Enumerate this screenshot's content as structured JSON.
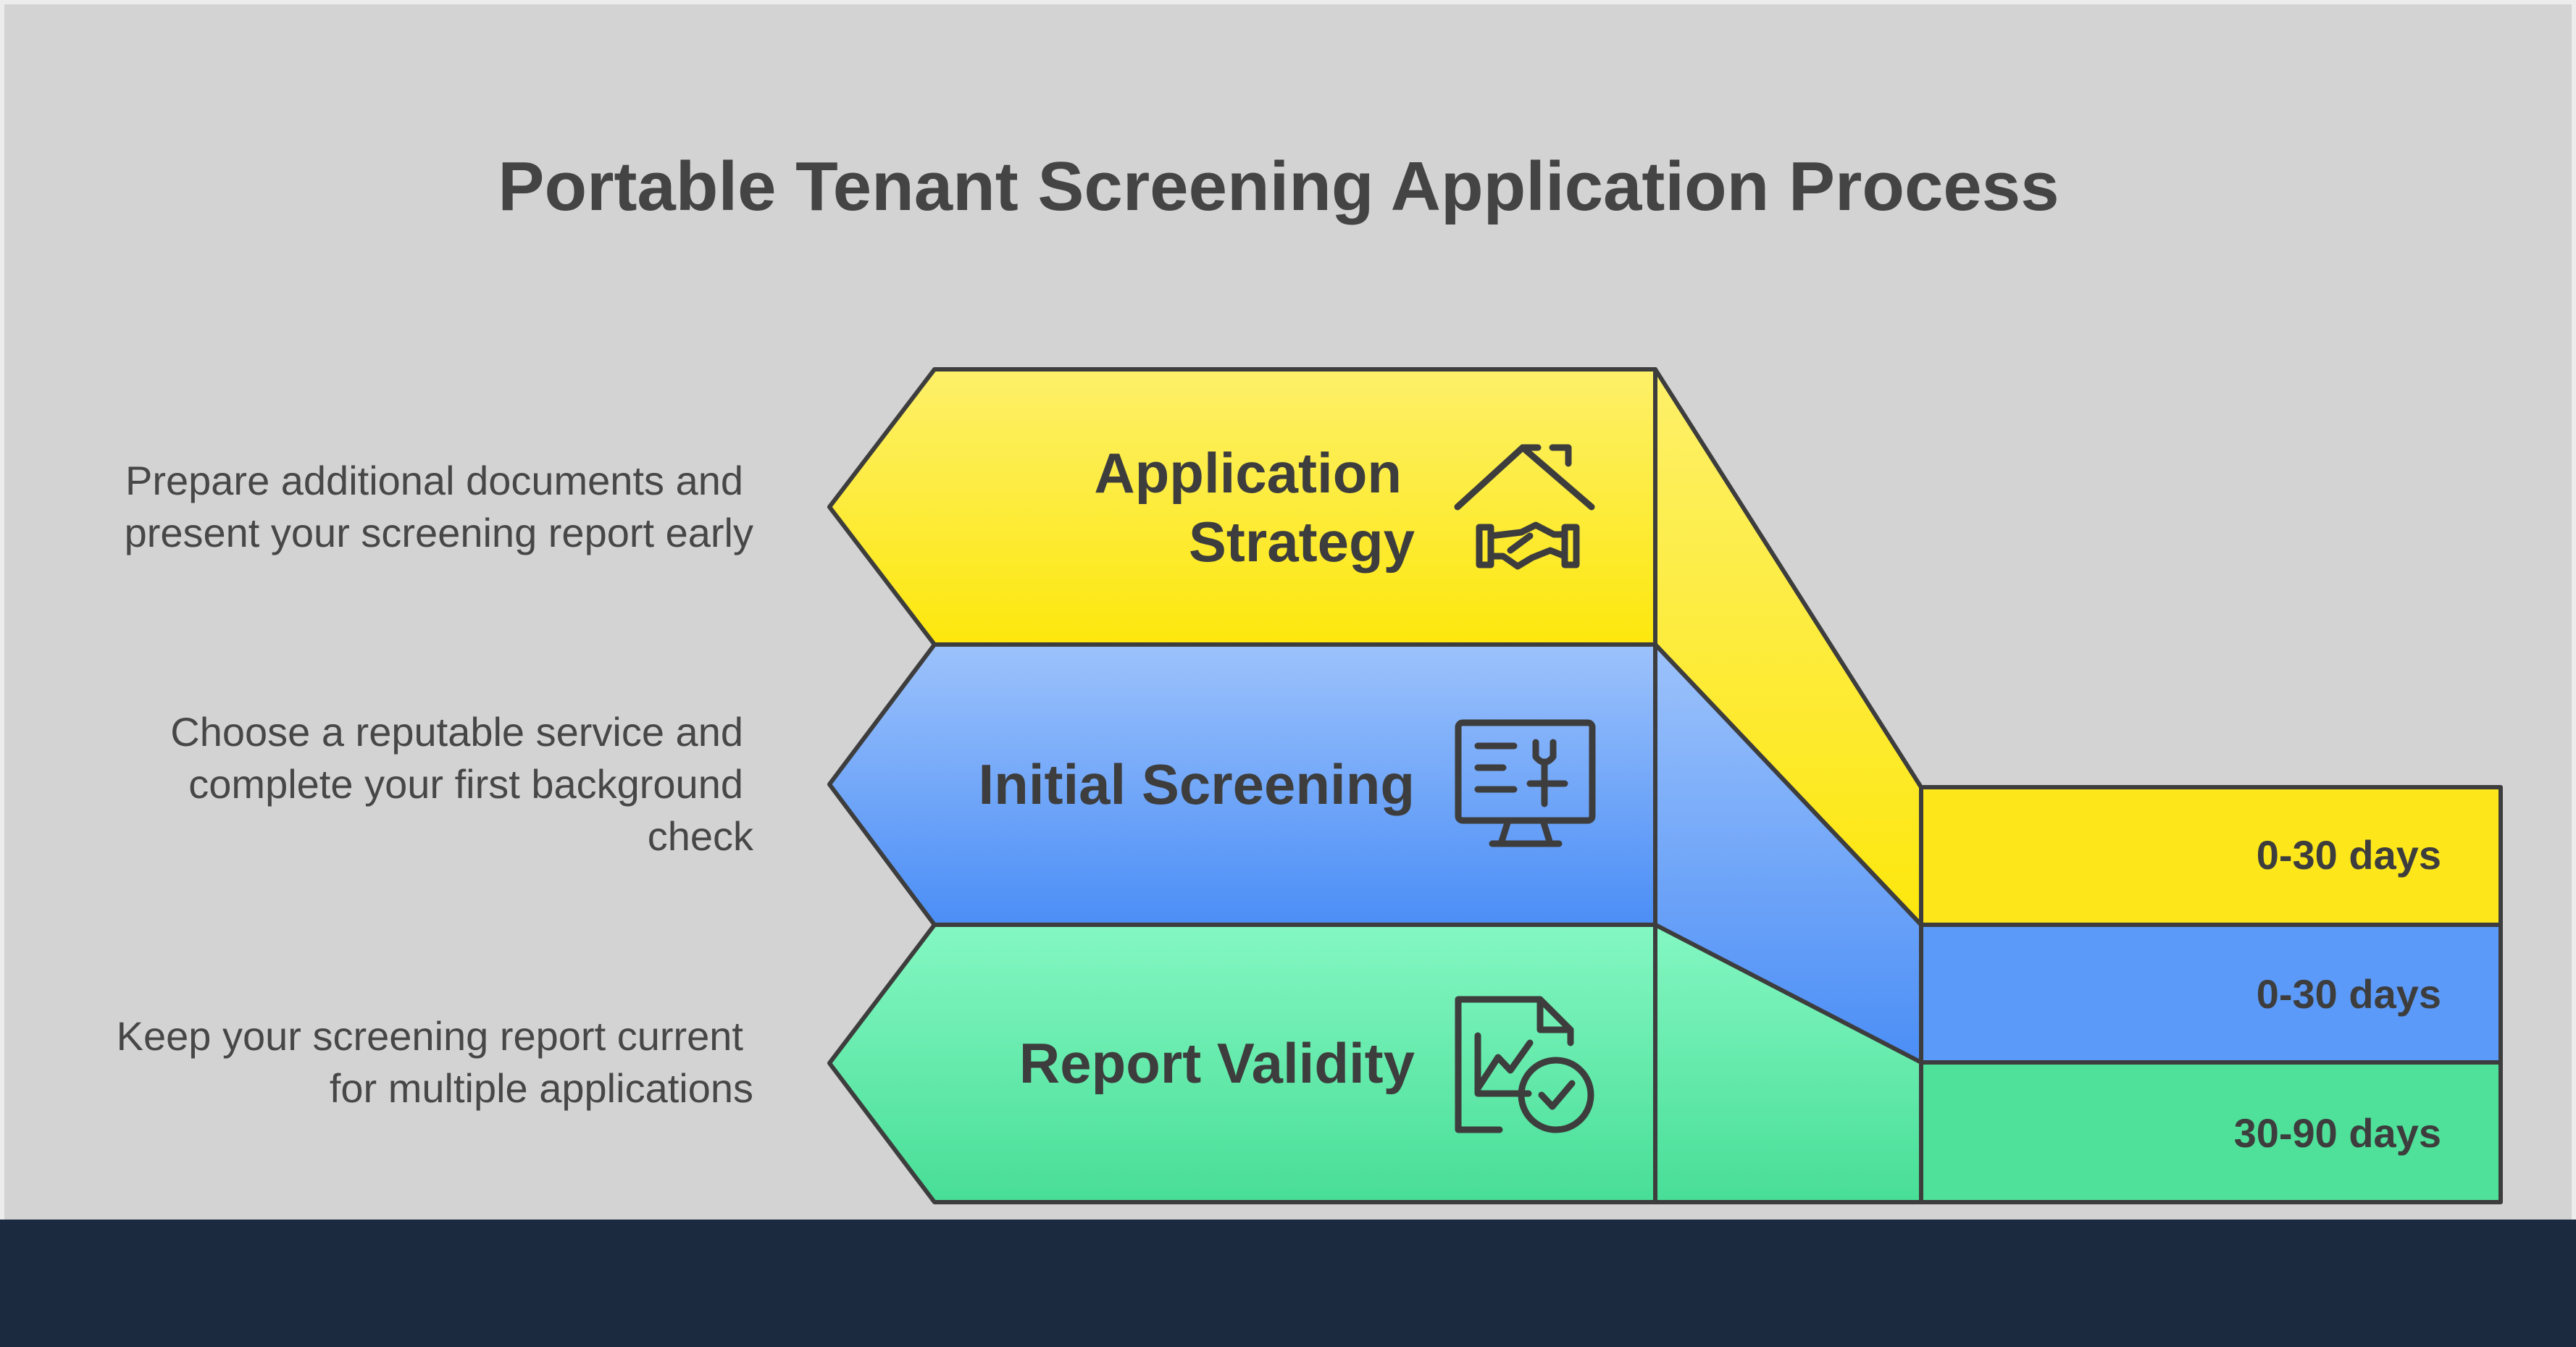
{
  "title": "Portable Tenant Screening Application Process",
  "colors": {
    "background": "#d3d3d3",
    "footer": "#1b2a3e",
    "yellow": "#fde81b",
    "blue": "#5c9bf7",
    "green": "#56e39f",
    "outline": "#3d3d3d"
  },
  "stages": [
    {
      "label_lines": [
        "Application",
        "Strategy"
      ],
      "description_lines": [
        "Prepare additional documents and",
        "present your screening report early"
      ],
      "duration": "0-30 days",
      "icon": "house-handshake-icon"
    },
    {
      "label_lines": [
        "Initial Screening"
      ],
      "description_lines": [
        "Choose a reputable service and",
        "complete your first background",
        "check"
      ],
      "duration": "0-30 days",
      "icon": "monitor-checklist-icon"
    },
    {
      "label_lines": [
        "Report Validity"
      ],
      "description_lines": [
        "Keep your screening report current",
        "for multiple applications"
      ],
      "duration": "30-90 days",
      "icon": "report-checkmark-icon"
    }
  ]
}
